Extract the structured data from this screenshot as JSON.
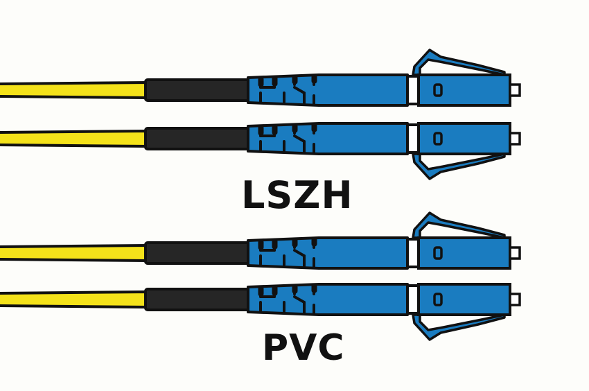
{
  "diagram": {
    "subject": "LC duplex fiber optic patch cable connectors",
    "colors": {
      "background": "#fdfdfa",
      "cable_jacket": "#f4e21a",
      "boot": "#262626",
      "connector": "#1a7cc0",
      "ring": "#ffffff",
      "outline": "#111111"
    },
    "groups": [
      {
        "label": "LSZH",
        "cables": [
          {
            "position": "top",
            "latch": "up"
          },
          {
            "position": "bottom",
            "latch": "down"
          }
        ]
      },
      {
        "label": "PVC",
        "cables": [
          {
            "position": "top",
            "latch": "up"
          },
          {
            "position": "bottom",
            "latch": "down"
          }
        ]
      }
    ]
  }
}
